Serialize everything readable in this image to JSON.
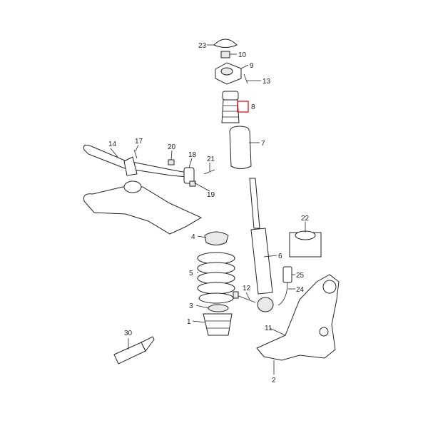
{
  "diagram": {
    "highlight_color": "#e0111a",
    "line_color": "#222222",
    "callouts": [
      {
        "id": "23",
        "text": "23"
      },
      {
        "id": "10",
        "text": "10"
      },
      {
        "id": "9",
        "text": "9"
      },
      {
        "id": "13",
        "text": "13"
      },
      {
        "id": "8",
        "text": "8",
        "highlighted": true
      },
      {
        "id": "7",
        "text": "7"
      },
      {
        "id": "17",
        "text": "17"
      },
      {
        "id": "14",
        "text": "14"
      },
      {
        "id": "20",
        "text": "20"
      },
      {
        "id": "18",
        "text": "18"
      },
      {
        "id": "21",
        "text": "21"
      },
      {
        "id": "19",
        "text": "19"
      },
      {
        "id": "22",
        "text": "22"
      },
      {
        "id": "4",
        "text": "4"
      },
      {
        "id": "6",
        "text": "6"
      },
      {
        "id": "5",
        "text": "5"
      },
      {
        "id": "25",
        "text": "25"
      },
      {
        "id": "12",
        "text": "12"
      },
      {
        "id": "24",
        "text": "24"
      },
      {
        "id": "3",
        "text": "3"
      },
      {
        "id": "1",
        "text": "1"
      },
      {
        "id": "11",
        "text": "11"
      },
      {
        "id": "30",
        "text": "30"
      },
      {
        "id": "2",
        "text": "2"
      }
    ]
  }
}
